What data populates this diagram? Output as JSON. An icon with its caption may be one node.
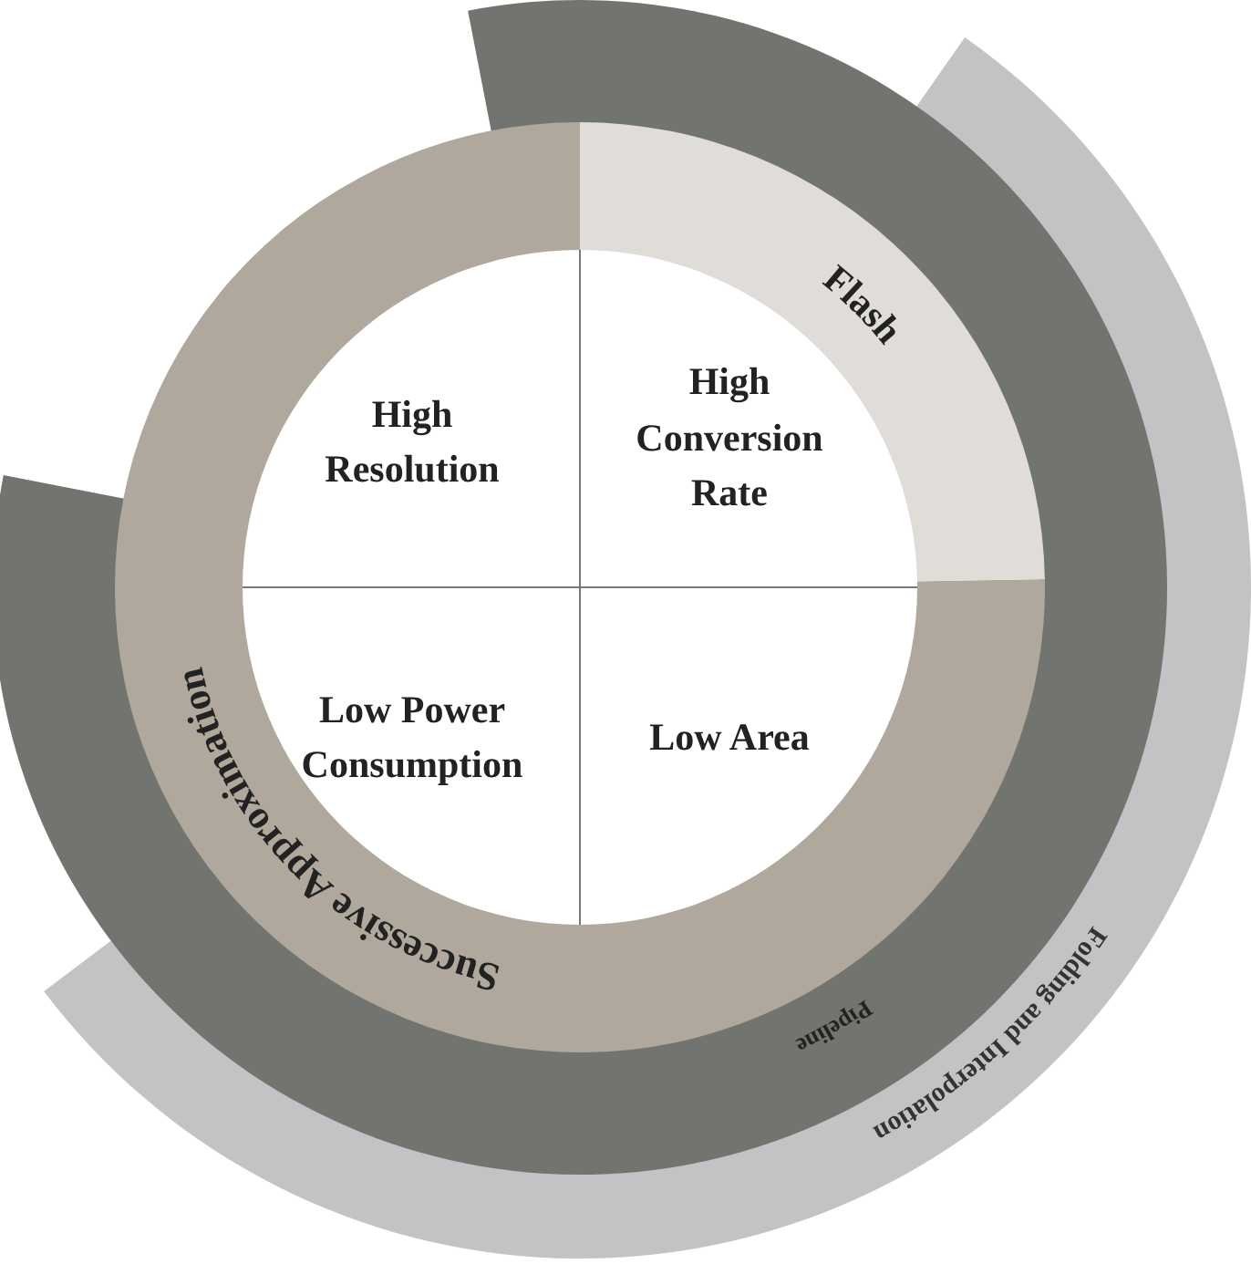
{
  "diagram": {
    "nodes": [
      {
        "text": [
          "High Resolution"
        ]
      },
      {
        "text": [
          "High Conversion Rate"
        ]
      },
      {
        "text": [
          "Low Power Consumption"
        ]
      },
      {
        "text": [
          "Low Area"
        ]
      },
      {
        "text": [
          "Flash"
        ]
      },
      {
        "text": [
          "Successive Approximation"
        ]
      },
      {
        "text": [
          "Pipeline"
        ]
      },
      {
        "text": [
          "Folding and Interpolation"
        ]
      }
    ]
  }
}
